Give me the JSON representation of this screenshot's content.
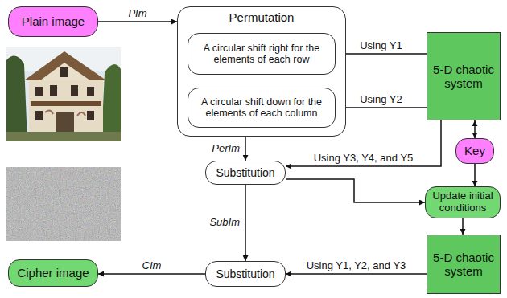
{
  "diagram": {
    "nodes": [
      {
        "text": [
          "Plain image"
        ]
      },
      {
        "text": [
          "Permutation"
        ]
      },
      {
        "text": [
          "A circular shift right for the elements of each row"
        ],
        "in": 1
      },
      {
        "text": [
          "A circular shift down for the elements of each column"
        ],
        "in": 1
      },
      {
        "text": [
          "5-D chaotic system"
        ]
      },
      {
        "text": [
          "Key"
        ]
      },
      {
        "text": [
          "Substitution"
        ]
      },
      {
        "text": [
          "Update initial conditions"
        ]
      },
      {
        "text": [
          "Substitution"
        ]
      },
      {
        "text": [
          "5-D chaotic system"
        ]
      },
      {
        "text": [
          "Cipher image"
        ]
      }
    ],
    "edges": [
      {
        "from": 0,
        "to": 1,
        "arrow": "to",
        "label": "PIm"
      },
      {
        "from": 4,
        "to": 2,
        "arrow": "to",
        "label": "Using Y1"
      },
      {
        "from": 4,
        "to": 3,
        "arrow": "to",
        "label": "Using Y2"
      },
      {
        "from": 1,
        "to": 6,
        "arrow": "to",
        "label": "PerIm"
      },
      {
        "from": 4,
        "to": 6,
        "arrow": "to",
        "label": "Using Y3, Y4, and Y5"
      },
      {
        "from": 5,
        "to": 4,
        "arrow": "both"
      },
      {
        "from": 6,
        "to": 7,
        "arrow": "to"
      },
      {
        "from": 5,
        "to": 7,
        "arrow": "to"
      },
      {
        "from": 7,
        "to": 9,
        "arrow": "to"
      },
      {
        "from": 6,
        "to": 8,
        "arrow": "to",
        "label": "SubIm"
      },
      {
        "from": 9,
        "to": 8,
        "arrow": "to",
        "label": "Using Y1, Y2, and Y3"
      },
      {
        "from": 8,
        "to": 10,
        "arrow": "to",
        "label": "CIm"
      }
    ]
  }
}
